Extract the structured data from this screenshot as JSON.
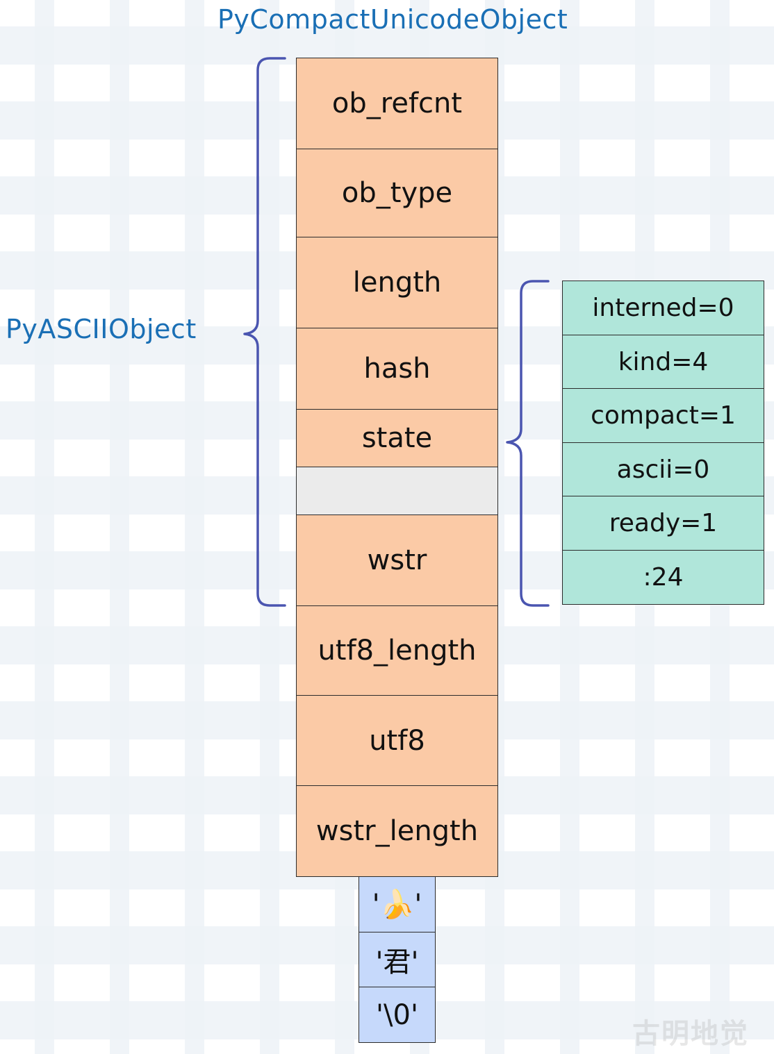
{
  "titles": {
    "top": "PyCompactUnicodeObject",
    "left": "PyASCIIObject"
  },
  "main_fields": [
    "ob_refcnt",
    "ob_type",
    "length",
    "hash",
    "state",
    "",
    "wstr",
    "utf8_length",
    "utf8",
    "wstr_length"
  ],
  "state_fields": [
    "interned=0",
    "kind=4",
    "compact=1",
    "ascii=0",
    "ready=1",
    ":24"
  ],
  "chars": [
    "'🍌'",
    "'君'",
    "'\\0'"
  ],
  "watermark": "古明地觉",
  "colors": {
    "title": "#1a6fb5",
    "brace": "#4a55b0",
    "main_fill": "#fbcaa6",
    "padding_fill": "#ebebeb",
    "state_fill": "#b0e6da",
    "char_fill": "#c6d9fb"
  }
}
